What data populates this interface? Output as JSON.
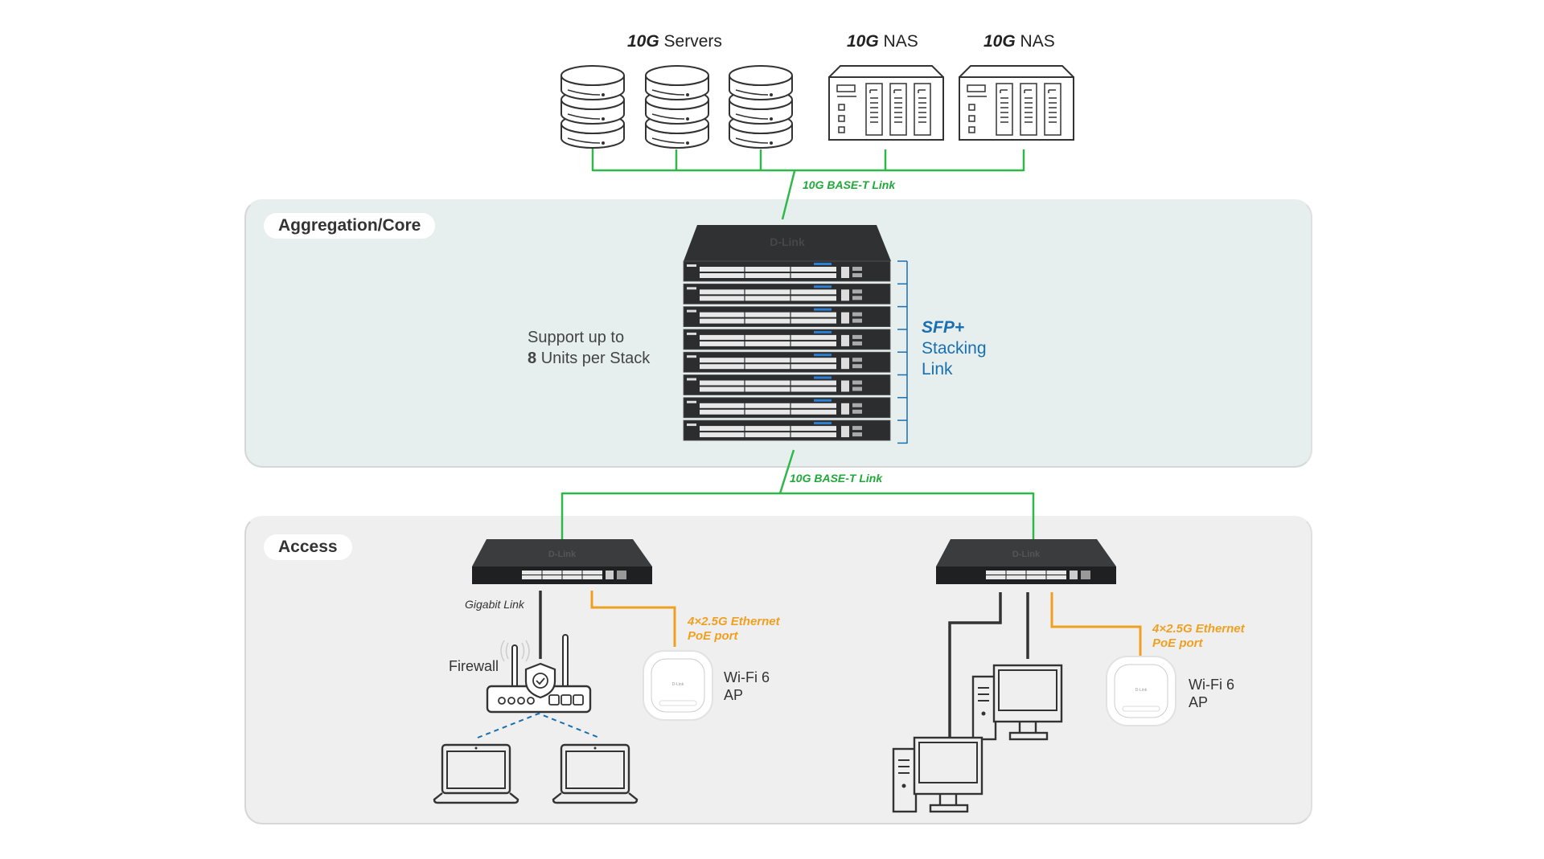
{
  "top_devices": {
    "servers_label": {
      "prefix": "10G",
      "text": "Servers"
    },
    "nas1_label": {
      "prefix": "10G",
      "text": "NAS"
    },
    "nas2_label": {
      "prefix": "10G",
      "text": "NAS"
    },
    "server_count": 3,
    "nas_count": 2
  },
  "links": {
    "uplink_label": "10G BASE-T Link",
    "downlink_label": "10G BASE-T Link",
    "gigabit_label": "Gigabit Link",
    "poe_label_line1": "4×2.5G Ethernet",
    "poe_label_line2": "PoE port"
  },
  "aggregation": {
    "tag": "Aggregation/Core",
    "stack_note_line1": "Support up to",
    "stack_note_count": "8",
    "stack_note_line2": "Units per Stack",
    "stack_units": 8,
    "sfp_line1": "SFP+",
    "sfp_line2": "Stacking",
    "sfp_line3": "Link",
    "brand": "D-Link"
  },
  "access": {
    "tag": "Access",
    "firewall_label": "Firewall",
    "ap_left_line1": "Wi-Fi 6",
    "ap_left_line2": "AP",
    "ap_right_line1": "Wi-Fi 6",
    "ap_right_line2": "AP"
  },
  "colors": {
    "green_link": "#2eb84a",
    "orange_poe": "#f0a020",
    "blue_stack": "#1a6fb0",
    "agg_bg": "#e6efee",
    "access_bg": "#efefef"
  }
}
